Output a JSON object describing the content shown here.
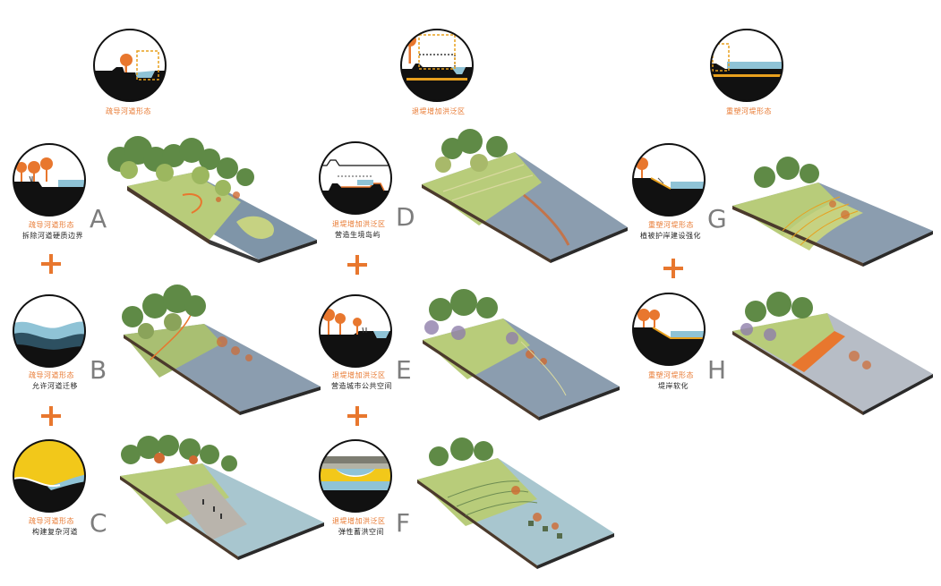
{
  "headers": {
    "col1": "疏导河道形态",
    "col2": "退堤增加洪泛区",
    "col3": "重塑河堤形态"
  },
  "rows": {
    "A": {
      "letter": "A",
      "title": "疏导河道形态",
      "subtitle": "拆除河道硬质边界"
    },
    "B": {
      "letter": "B",
      "title": "疏导河道形态",
      "subtitle": "允许河道迁移"
    },
    "C": {
      "letter": "C",
      "title": "疏导河道形态",
      "subtitle": "构建复杂河道"
    },
    "D": {
      "letter": "D",
      "title": "退堤增加洪泛区",
      "subtitle": "营造生境岛屿"
    },
    "E": {
      "letter": "E",
      "title": "退堤增加洪泛区",
      "subtitle": "营造城市公共空间"
    },
    "F": {
      "letter": "F",
      "title": "退堤增加洪泛区",
      "subtitle": "弹性蓄洪空间"
    },
    "G": {
      "letter": "G",
      "title": "重塑河堤形态",
      "subtitle": "植被护岸建设强化"
    },
    "H": {
      "letter": "H",
      "title": "重塑河堤形态",
      "subtitle": "堤岸软化"
    }
  },
  "colors": {
    "accent": "#e8772e",
    "ground": "#111111",
    "water": "#8fc3d6",
    "yellow": "#f2c81a",
    "letter": "#7d7d7d"
  }
}
